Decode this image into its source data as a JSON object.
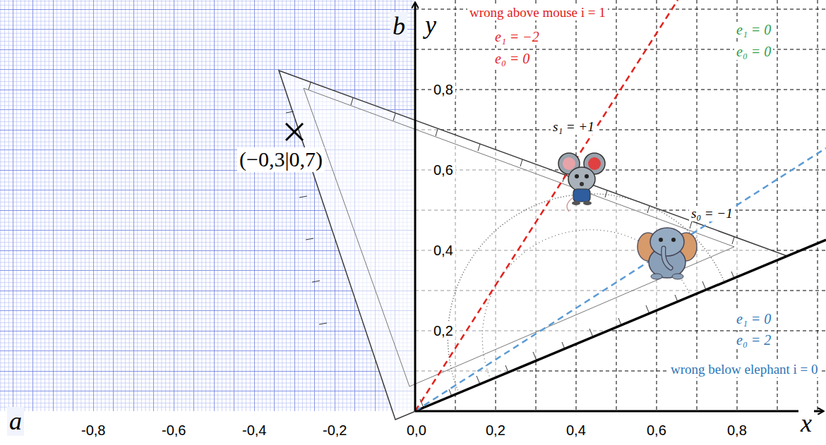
{
  "diagram": {
    "labels": [
      "wrong above mouse i = 1",
      "e₁ = −2",
      "e₀ = 0",
      "e₁ = 0",
      "e₀ = 0",
      "s₁ = +1",
      "s₀ = −1",
      "e₁ = 0",
      "e₀ = 2",
      "wrong below elephant i = 0",
      "(−0,3|0,7)",
      "a",
      "b",
      "y",
      "x",
      "0,8",
      "0,6",
      "0,4",
      "0,2",
      "-0,8",
      "-0,6",
      "-0,4",
      "-0,2",
      "0,0",
      "0,2",
      "0,4",
      "0,6",
      "0,8"
    ]
  }
}
